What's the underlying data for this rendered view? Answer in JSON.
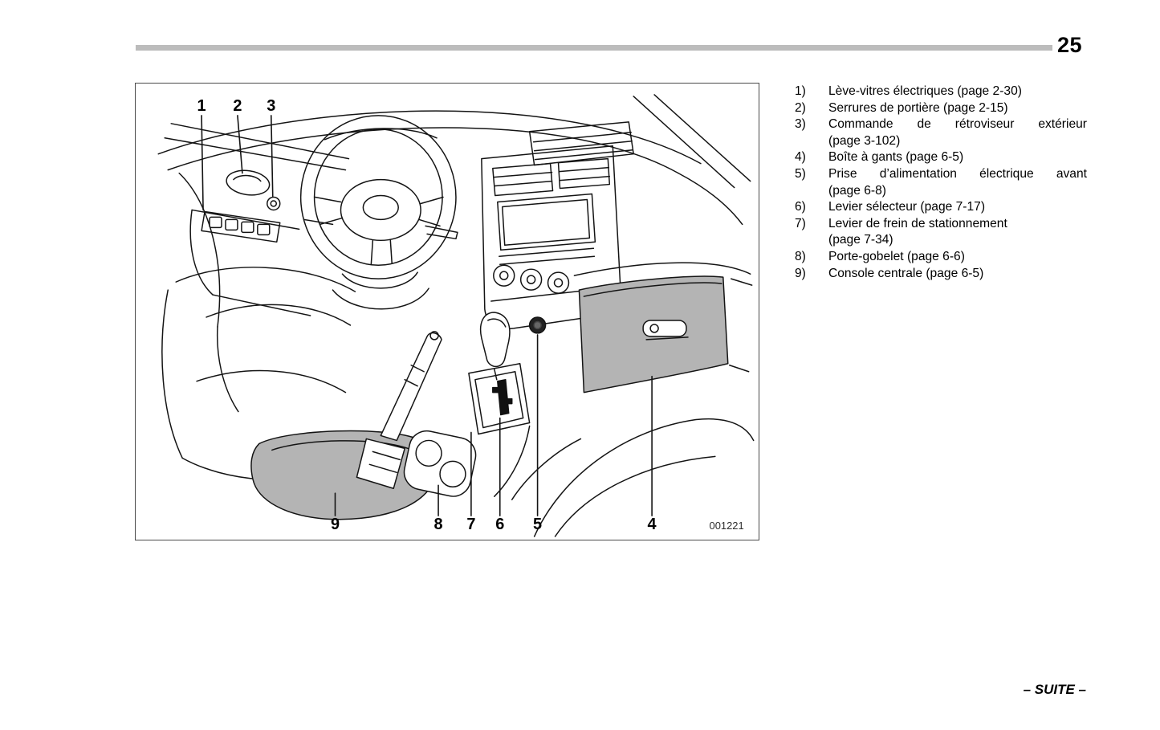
{
  "page": {
    "number": "25",
    "footer": "– SUITE –"
  },
  "figure": {
    "code": "001221",
    "callouts_top": [
      "1",
      "2",
      "3"
    ],
    "callouts_bottom": [
      "9",
      "8",
      "7",
      "6",
      "5",
      "4"
    ]
  },
  "legend": {
    "items": [
      {
        "num": "1)",
        "text": "Lève-vitres électriques (page 2-30)"
      },
      {
        "num": "2)",
        "text": "Serrures de portière (page 2-15)"
      },
      {
        "num": "3)",
        "text": "Commande de rétroviseur extérieur",
        "text2": "(page 3-102)"
      },
      {
        "num": "4)",
        "text": "Boîte à gants (page 6-5)"
      },
      {
        "num": "5)",
        "text": "Prise d’alimentation électrique avant",
        "text2": "(page 6-8)"
      },
      {
        "num": "6)",
        "text": "Levier sélecteur (page 7-17)"
      },
      {
        "num": "7)",
        "text": "Levier de frein de stationnement",
        "text2": "(page 7-34)"
      },
      {
        "num": "8)",
        "text": "Porte-gobelet (page 6-6)"
      },
      {
        "num": "9)",
        "text": "Console centrale (page 6-5)"
      }
    ]
  },
  "colors": {
    "rule_bar": "#bcbcbc",
    "line_art": "#141414",
    "shade_gray": "#b4b4b4"
  }
}
